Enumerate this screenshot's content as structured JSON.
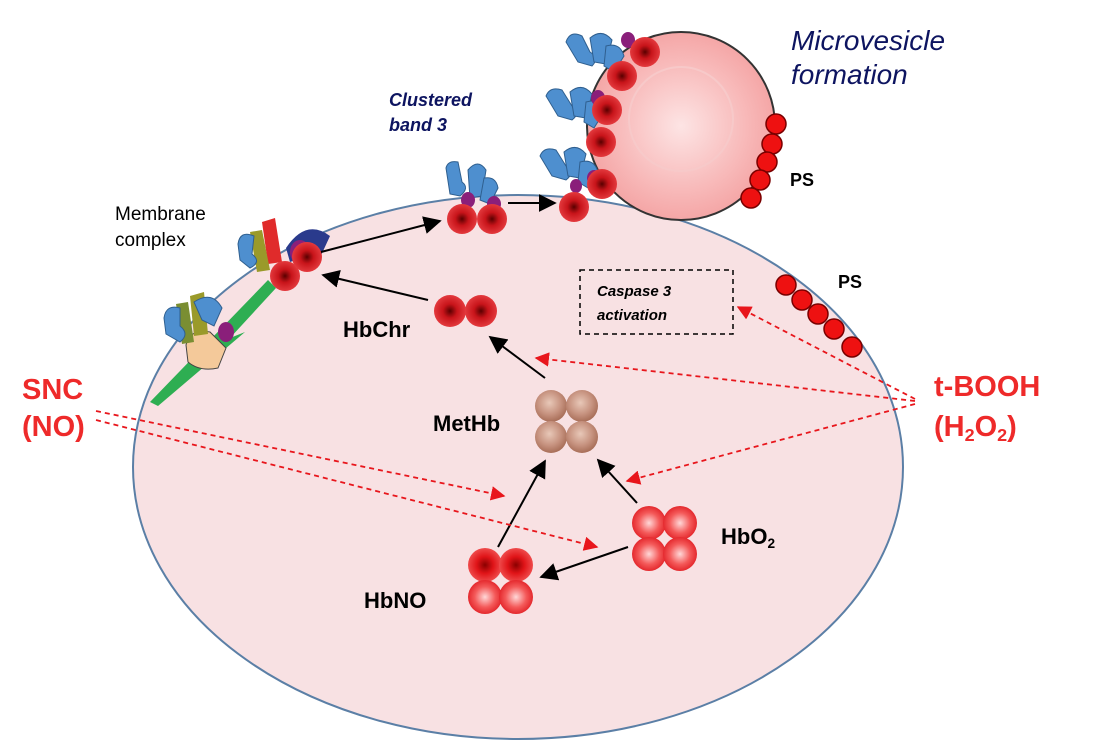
{
  "labels": {
    "microvesicle_line1": "Microvesicle",
    "microvesicle_line2": "formation",
    "clustered_line1": "Clustered",
    "clustered_line2": "band 3",
    "membrane_line1": "Membrane",
    "membrane_line2": "complex",
    "ps_top": "PS",
    "ps_right": "PS",
    "caspase_line1": "Caspase 3",
    "caspase_line2": "activation",
    "hbchr": "HbChr",
    "methb": "MetHb",
    "hbno": "HbNO",
    "hbo2_base": "HbO",
    "hbo2_sub": "2",
    "snc_line1": "SNC",
    "snc_line2": "(NO)",
    "tbooh_line1": "t-BOOH",
    "h2o2_open": "(H",
    "h2o2_sub1": "2",
    "h2o2_mid": "O",
    "h2o2_sub2": "2",
    "h2o2_close": ")"
  },
  "colors": {
    "cell_fill": "#f8e1e3",
    "cell_stroke": "#5b7fa6",
    "vesicle_fill": "#f6b8b8",
    "heme_red": "#e3262c",
    "methb_brown": "#c28b72",
    "oxidant_red": "#ee2a2a",
    "band3_blue": "#5a9bd5",
    "navy_text": "#0d1460"
  },
  "icons": [
    "band3-protein-icon",
    "membrane-complex-icon",
    "hemoglobin-tetramer-icon",
    "phosphatidylserine-chain-icon"
  ]
}
